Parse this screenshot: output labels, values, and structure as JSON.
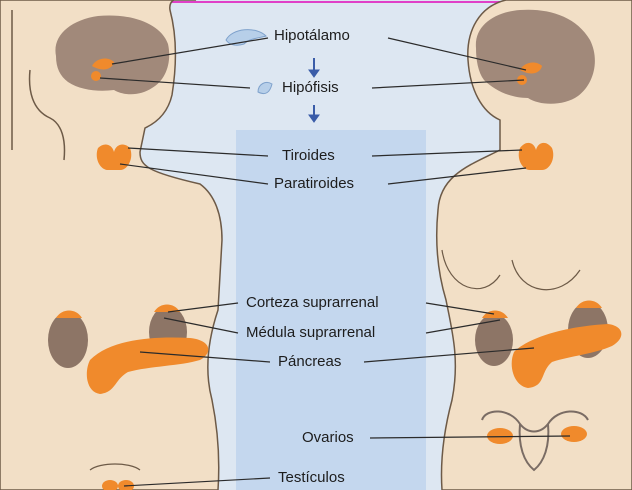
{
  "colors": {
    "background": "#dde7f2",
    "skin": "#f2dfc6",
    "skin_outline": "#6d5a47",
    "brain": "#a1897a",
    "gland": "#f08a2c",
    "kidney": "#8d7566",
    "leader_line": "#2b2b2b",
    "arrow": "#3a5ca8",
    "column": "#c4d7ee",
    "border": "#e040c8"
  },
  "labels": {
    "hypothalamus": "Hipotálamo",
    "pituitary": "Hipófisis",
    "thyroid": "Tiroides",
    "parathyroid": "Paratiroides",
    "adrenal_cortex": "Corteza suprarrenal",
    "adrenal_medulla": "Médula suprarrenal",
    "pancreas": "Páncreas",
    "ovaries": "Ovarios",
    "testicles": "Testículos"
  },
  "icons": [
    "hypothalamus-icon",
    "pituitary-icon",
    "arrow-down-icon"
  ]
}
